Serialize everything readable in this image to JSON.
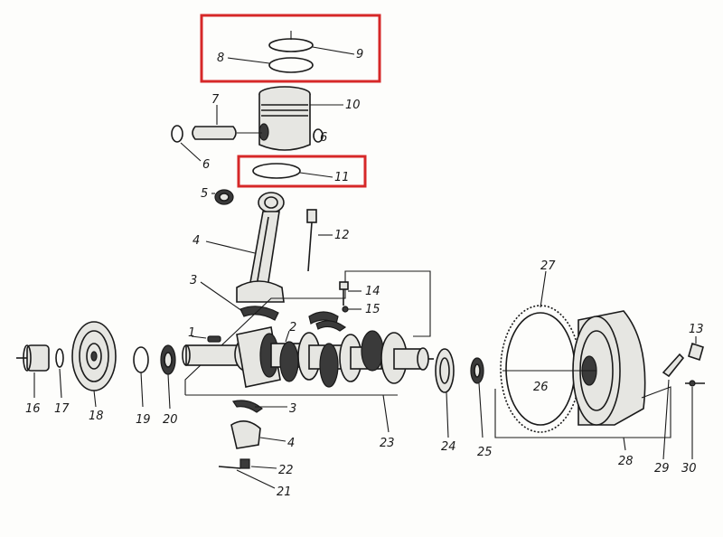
{
  "diagram": {
    "callouts": [
      "1",
      "2",
      "3",
      "4",
      "5",
      "6",
      "7",
      "8",
      "9",
      "10",
      "11",
      "12",
      "13",
      "14",
      "15",
      "16",
      "17",
      "18",
      "19",
      "20",
      "21",
      "22",
      "23",
      "24",
      "25",
      "26",
      "27",
      "28",
      "29",
      "30"
    ],
    "duplicates": {
      "6b": "6",
      "3b": "3",
      "4b": "4"
    },
    "highlight_color": "#d62828",
    "ink_color": "#1a1a1a"
  }
}
